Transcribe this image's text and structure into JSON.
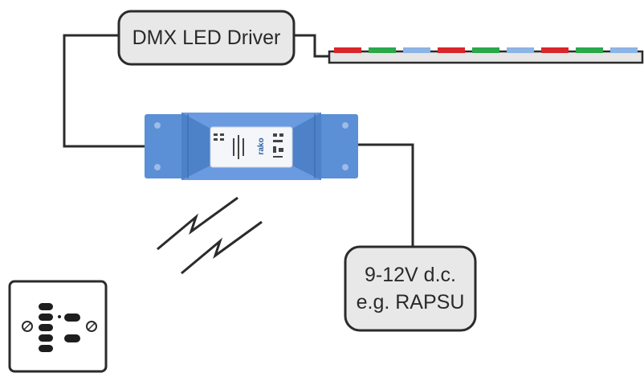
{
  "dmx_driver": {
    "label": "DMX LED Driver"
  },
  "power_supply": {
    "line1": "9-12V d.c.",
    "line2": "e.g. RAPSU"
  },
  "receiver_module": {
    "brand": "rako"
  },
  "colors": {
    "line": "#2b2b2b",
    "box_fill": "#e8e8e8",
    "module_blue": "#5b8fd6",
    "led_red": "#d9262b",
    "led_green": "#2aa84a",
    "led_blue": "#8cb4e4",
    "strip_fill": "#e6e6e6"
  },
  "led_strip": {
    "pattern": [
      "red",
      "green",
      "blue",
      "red",
      "green",
      "blue",
      "red",
      "green",
      "blue"
    ]
  }
}
